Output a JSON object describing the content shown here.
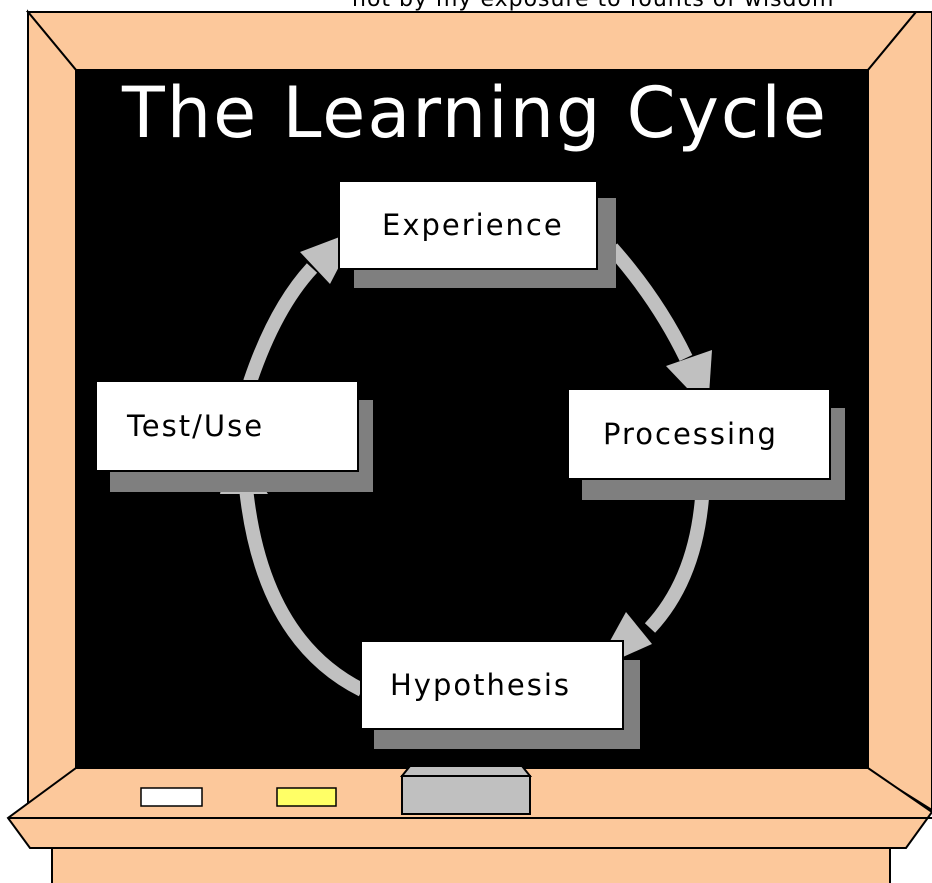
{
  "quote": "not by my exposure to founts of wisdom",
  "title": "The Learning Cycle",
  "nodes": {
    "experience": "Experience",
    "processing": "Processing",
    "hypothesis": "Hypothesis",
    "test_use": "Test/Use"
  },
  "colors": {
    "frame": "#fcc89b",
    "board": "#000000",
    "arrow": "#c0c0c0",
    "shadow": "#7f7f7f",
    "chalk_white": "#ffffff",
    "chalk_yellow": "#ffff66",
    "eraser": "#c0c0c0"
  }
}
